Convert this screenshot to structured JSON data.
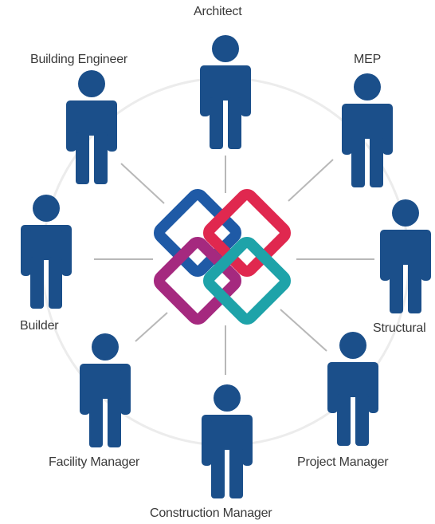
{
  "roles": [
    {
      "label": "Architect"
    },
    {
      "label": "MEP"
    },
    {
      "label": "Structural"
    },
    {
      "label": "Project Manager"
    },
    {
      "label": "Construction Manager"
    },
    {
      "label": "Facility Manager"
    },
    {
      "label": "Builder"
    },
    {
      "label": "Building Engineer"
    }
  ],
  "colors": {
    "figure": "#1b4f8a",
    "connector": "#b8b8b8",
    "ring": "#ececec",
    "link_blue": "#1f5aa6",
    "link_red": "#e0284f",
    "link_purple": "#a5297f",
    "link_teal": "#1ea3a9"
  },
  "icons": {
    "person": "person-icon",
    "center": "interlocking-diamonds-icon"
  }
}
